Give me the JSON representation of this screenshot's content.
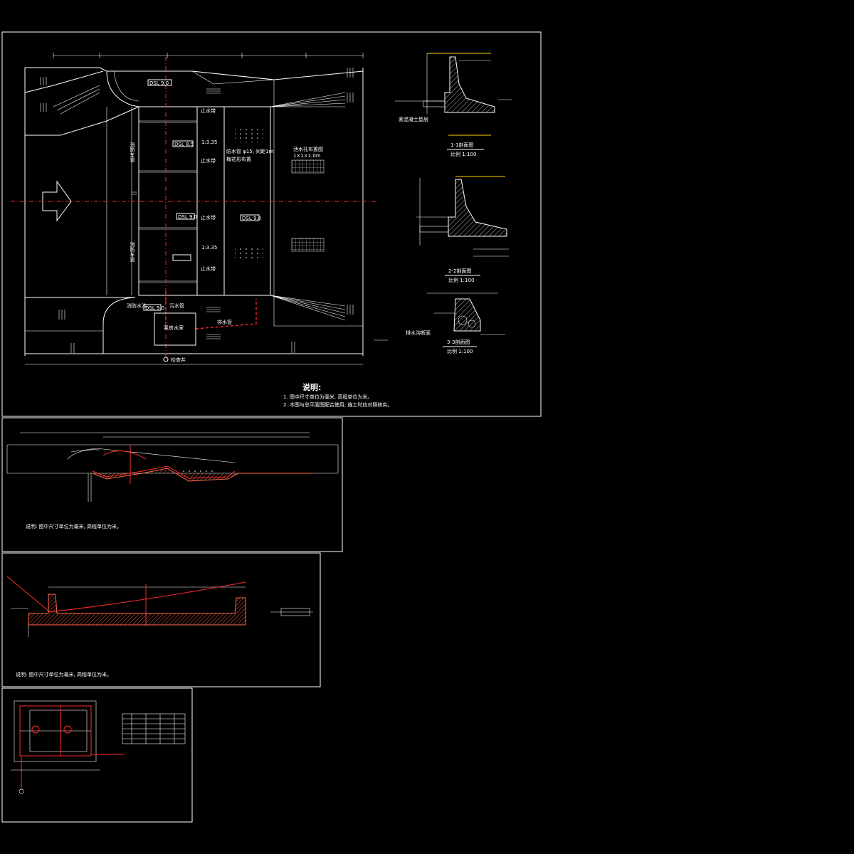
{
  "drawing": {
    "labels": {
      "top_water_level_box": "DSL 9.0",
      "left_vertical_1": "消防车道",
      "left_vertical_2": "消防车道",
      "right_label_1": "止水带",
      "right_label_2": "止水带",
      "right_label_3": "止水带",
      "right_label_4": "止水带",
      "slope_1": "1:3.35",
      "slope_2": "1:3.35",
      "mid_text_1": "防水管 φ15, 间距1m",
      "mid_text_2": "梅花形布置",
      "box_mid": "DSL 9.0",
      "box_left_2": "DSL 8.5",
      "box_left_3": "DSL 9.0",
      "box_bottom": "DSL 9.0",
      "right_text_1": "泄水孔布置图",
      "right_text_2": "1×1×1.0m",
      "pump_house": "泵房水室",
      "drain_pipe": "排水管",
      "well": "检查井",
      "sewer": "污水管",
      "fire_lane": "消防水池"
    },
    "notes": {
      "title": "说明:",
      "line_1": "1. 图中尺寸单位为毫米, 高程单位为米。",
      "line_2": "2. 本图与总平面图配合使用, 施工时应对照核实。"
    },
    "section_1": {
      "title": "1-1剖面图",
      "scale": "比例 1:100"
    },
    "section_2": {
      "title": "2-2剖面图",
      "scale": "比例 1:100"
    },
    "section_3": {
      "title": "3-3剖面图",
      "scale": "比例 1:100"
    },
    "panel_2_note": "说明: 图中尺寸单位为毫米, 高程单位为米。",
    "panel_3_note": "说明: 图中尺寸单位为毫米, 高程单位为米。",
    "colors": {
      "line": "#ffffff",
      "axis": "#ff2a2a",
      "dim": "#ffd400"
    }
  }
}
